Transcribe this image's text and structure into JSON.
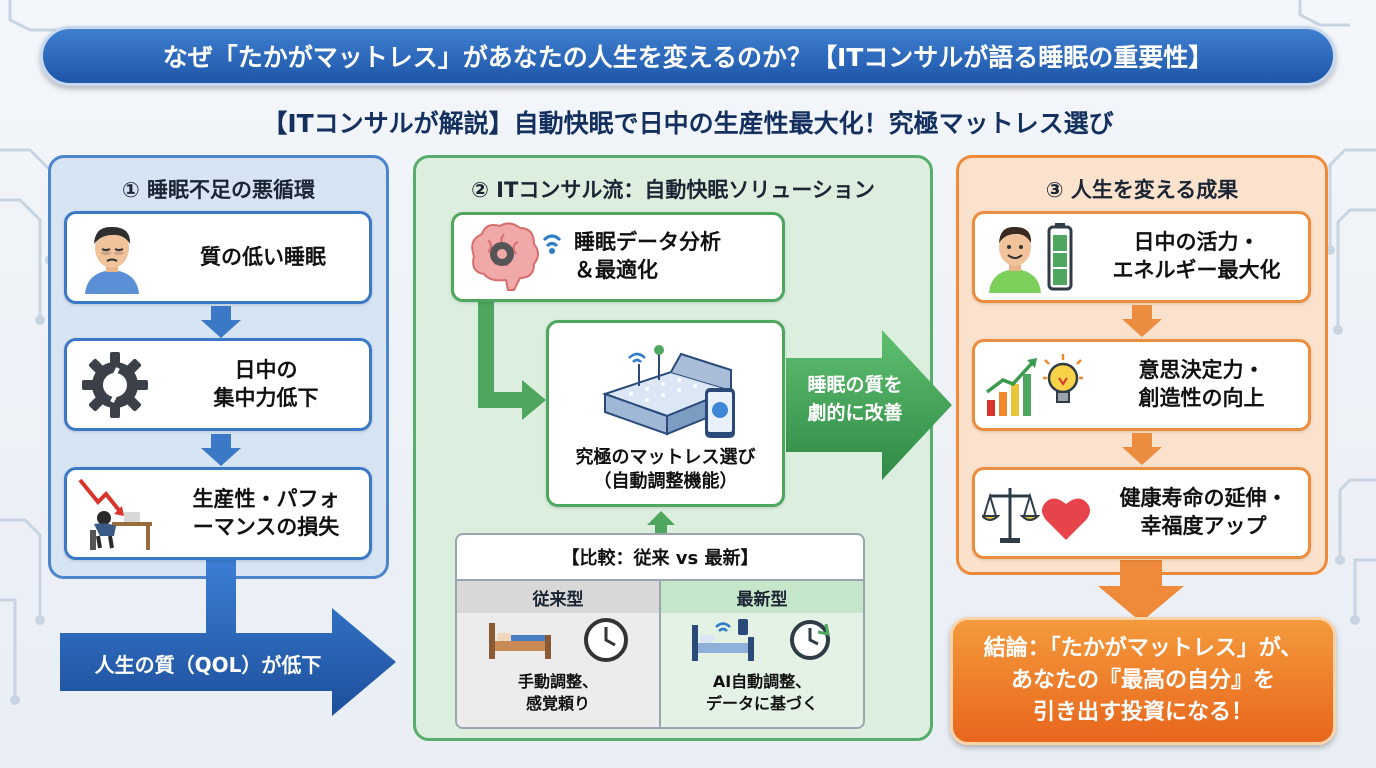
{
  "title": "なぜ「たかがマットレス」があなたの人生を変えるのか？【ITコンサルが語る睡眠の重要性】",
  "subtitle": "【ITコンサルが解説】自動快眠で日中の生産性最大化！究極マットレス選び",
  "panel1": {
    "heading": "① 睡眠不足の悪循環",
    "cards": [
      {
        "lines": [
          "質の低い睡眠"
        ],
        "icon": "tired-person-icon"
      },
      {
        "lines": [
          "日中の",
          "集中力低下"
        ],
        "icon": "broken-gear-icon"
      },
      {
        "lines": [
          "生産性・パフォ",
          "ーマンスの損失"
        ],
        "icon": "exhausted-worker-icon"
      }
    ],
    "result_arrow": "人生の質（QOL）が低下"
  },
  "panel2": {
    "heading": "② ITコンサル流：自動快眠ソリューション",
    "analysis": {
      "lines": [
        "睡眠データ分析",
        "＆最適化"
      ],
      "icon": "brain-gear-icon"
    },
    "mattress": {
      "lines": [
        "究極のマットレス選び",
        "（自動調整機能）"
      ],
      "icon": "smart-mattress-icon"
    },
    "improve_arrow": [
      "睡眠の質を",
      "劇的に改善"
    ],
    "compare": {
      "title": "【比較：従来 vs 最新】",
      "left": {
        "head": "従来型",
        "lines": [
          "手動調整、",
          "感覚頼り"
        ]
      },
      "right": {
        "head": "最新型",
        "lines": [
          "AI自動調整、",
          "データに基づく"
        ]
      }
    }
  },
  "panel3": {
    "heading": "③ 人生を変える成果",
    "cards": [
      {
        "lines": [
          "日中の活力・",
          "エネルギー最大化"
        ],
        "icon": "happy-person-battery-icon"
      },
      {
        "lines": [
          "意思決定力・",
          "創造性の向上"
        ],
        "icon": "chart-lightbulb-icon"
      },
      {
        "lines": [
          "健康寿命の延伸・",
          "幸福度アップ"
        ],
        "icon": "scale-heart-icon"
      }
    ]
  },
  "conclusion": [
    "結論：「たかがマットレス」が、",
    "あなたの『最高の自分』を",
    "引き出す投資になる！"
  ],
  "colors": {
    "blue": "#3b78c6",
    "green": "#4ea65f",
    "orange": "#ec8c3e",
    "title_bg": "#1e56a8"
  }
}
